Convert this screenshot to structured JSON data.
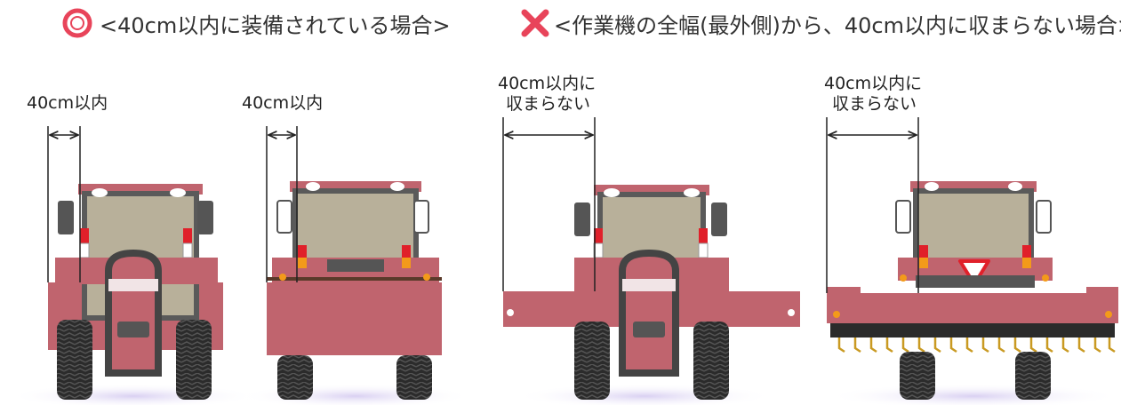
{
  "headers": {
    "ok_text": "<40cm以内に装備されている場合>",
    "ng_text": "<作業機の全幅(最外側)から、40cm以内に収まらない場合>"
  },
  "labels": {
    "within": "40cm以内",
    "outside_line1": "40cm以内に",
    "outside_line2": "収まらない"
  },
  "colors": {
    "body": "#c0646e",
    "body_dark": "#9c4a55",
    "cab_glass": "#b8b09a",
    "frame": "#5a5a5a",
    "tire": "#2b2b2b",
    "red_lamp": "#e0202a",
    "amber_lamp": "#f39a1a",
    "ok_mark": "#e8445a",
    "ng_mark": "#e8445a",
    "ground": "#ddd6f0"
  }
}
